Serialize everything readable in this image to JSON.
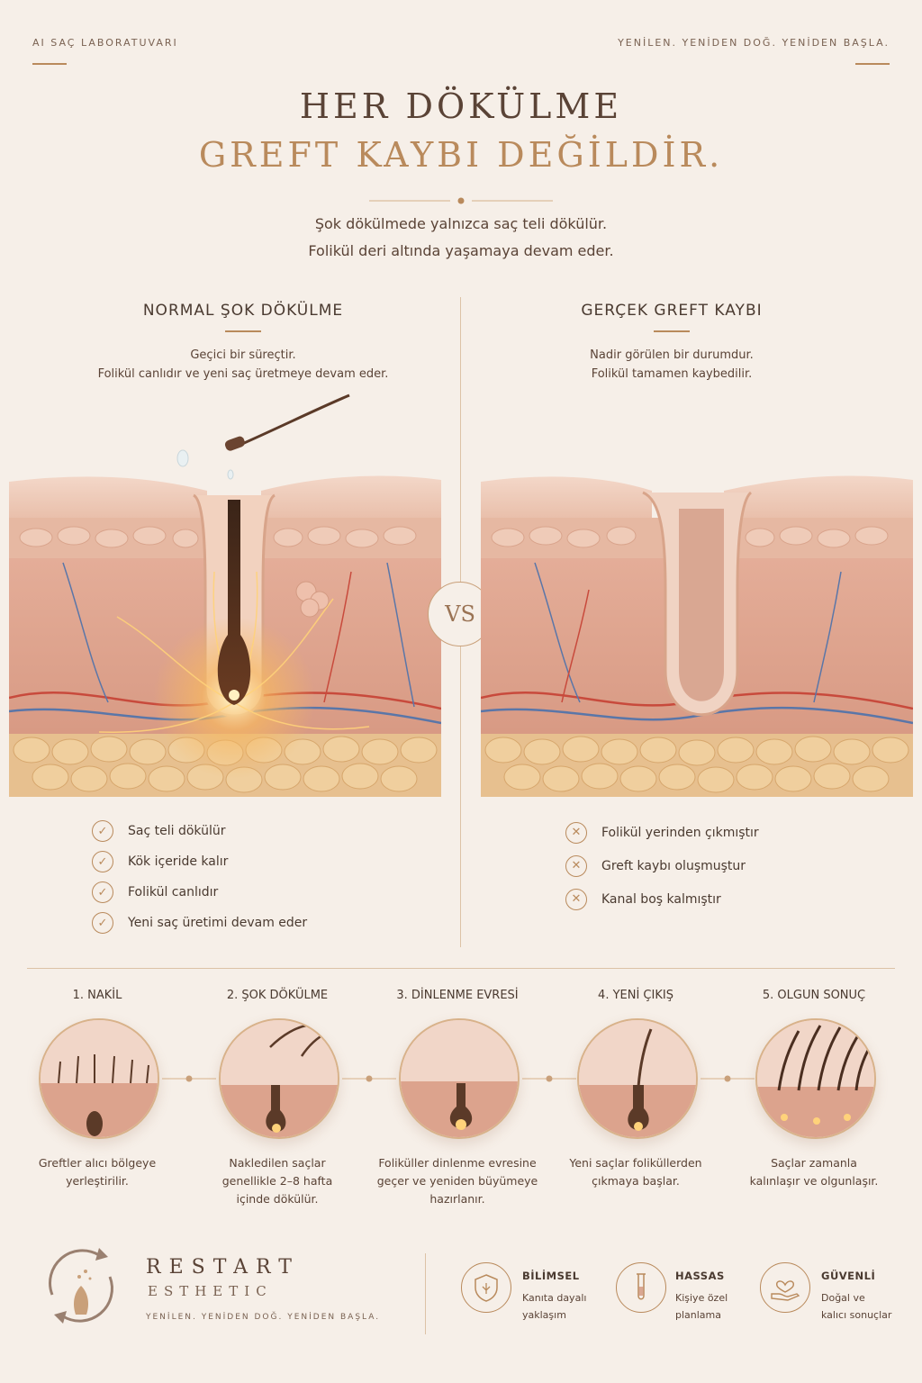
{
  "header": {
    "left": "AI SAÇ LABORATUVARI",
    "right": "YENİLEN. YENİDEN DOĞ. YENİDEN BAŞLA."
  },
  "hero": {
    "line1": "HER DÖKÜLME",
    "line2": "GREFT KAYBI DEĞİLDİR.",
    "sub1": "Şok dökülmede yalnızca saç teli dökülür.",
    "sub2": "Folikül deri altında yaşamaya devam eder."
  },
  "left": {
    "title": "NORMAL ŞOK DÖKÜLME",
    "desc1": "Geçici bir süreçtir.",
    "desc2": "Folikül canlıdır ve yeni saç üretmeye devam eder.",
    "items": [
      "Saç teli dökülür",
      "Kök içeride kalır",
      "Folikül canlıdır",
      "Yeni saç üretimi devam eder"
    ]
  },
  "right": {
    "title": "GERÇEK GREFT KAYBI",
    "desc1": "Nadir görülen bir durumdur.",
    "desc2": "Folikül tamamen kaybedilir.",
    "items": [
      "Folikül yerinden çıkmıştır",
      "Greft kaybı oluşmuştur",
      "Kanal boş kalmıştır"
    ]
  },
  "vs": "VS",
  "steps": [
    {
      "title": "1. NAKİL",
      "d1": "Greftler alıcı bölgeye",
      "d2": "yerleştirilir.",
      "d3": ""
    },
    {
      "title": "2. ŞOK DÖKÜLME",
      "d1": "Nakledilen saçlar",
      "d2": "genellikle 2–8 hafta",
      "d3": "içinde dökülür."
    },
    {
      "title": "3. DİNLENME EVRESİ",
      "d1": "Foliküller dinlenme evresine",
      "d2": "geçer ve yeniden büyümeye",
      "d3": "hazırlanır."
    },
    {
      "title": "4. YENİ ÇIKIŞ",
      "d1": "Yeni saçlar foliküllerden",
      "d2": "çıkmaya başlar.",
      "d3": ""
    },
    {
      "title": "5. OLGUN SONUÇ",
      "d1": "Saçlar zamanla",
      "d2": "kalınlaşır ve olgunlaşır.",
      "d3": ""
    }
  ],
  "brand": {
    "name1": "RESTART",
    "name2": "ESTHETIC",
    "tagline": "YENİLEN. YENİDEN DOĞ. YENİDEN BAŞLA."
  },
  "features": [
    {
      "title": "BİLİMSEL",
      "d1": "Kanıta dayalı",
      "d2": "yaklaşım",
      "icon": "shield-icon"
    },
    {
      "title": "HASSAS",
      "d1": "Kişiye özel",
      "d2": "planlama",
      "icon": "test-tube-icon"
    },
    {
      "title": "GÜVENLİ",
      "d1": "Doğal ve",
      "d2": "kalıcı sonuçlar",
      "icon": "heart-hand-icon"
    }
  ],
  "colors": {
    "accent": "#b98a5c",
    "text": "#4a3a30",
    "background": "#f6efe8"
  }
}
